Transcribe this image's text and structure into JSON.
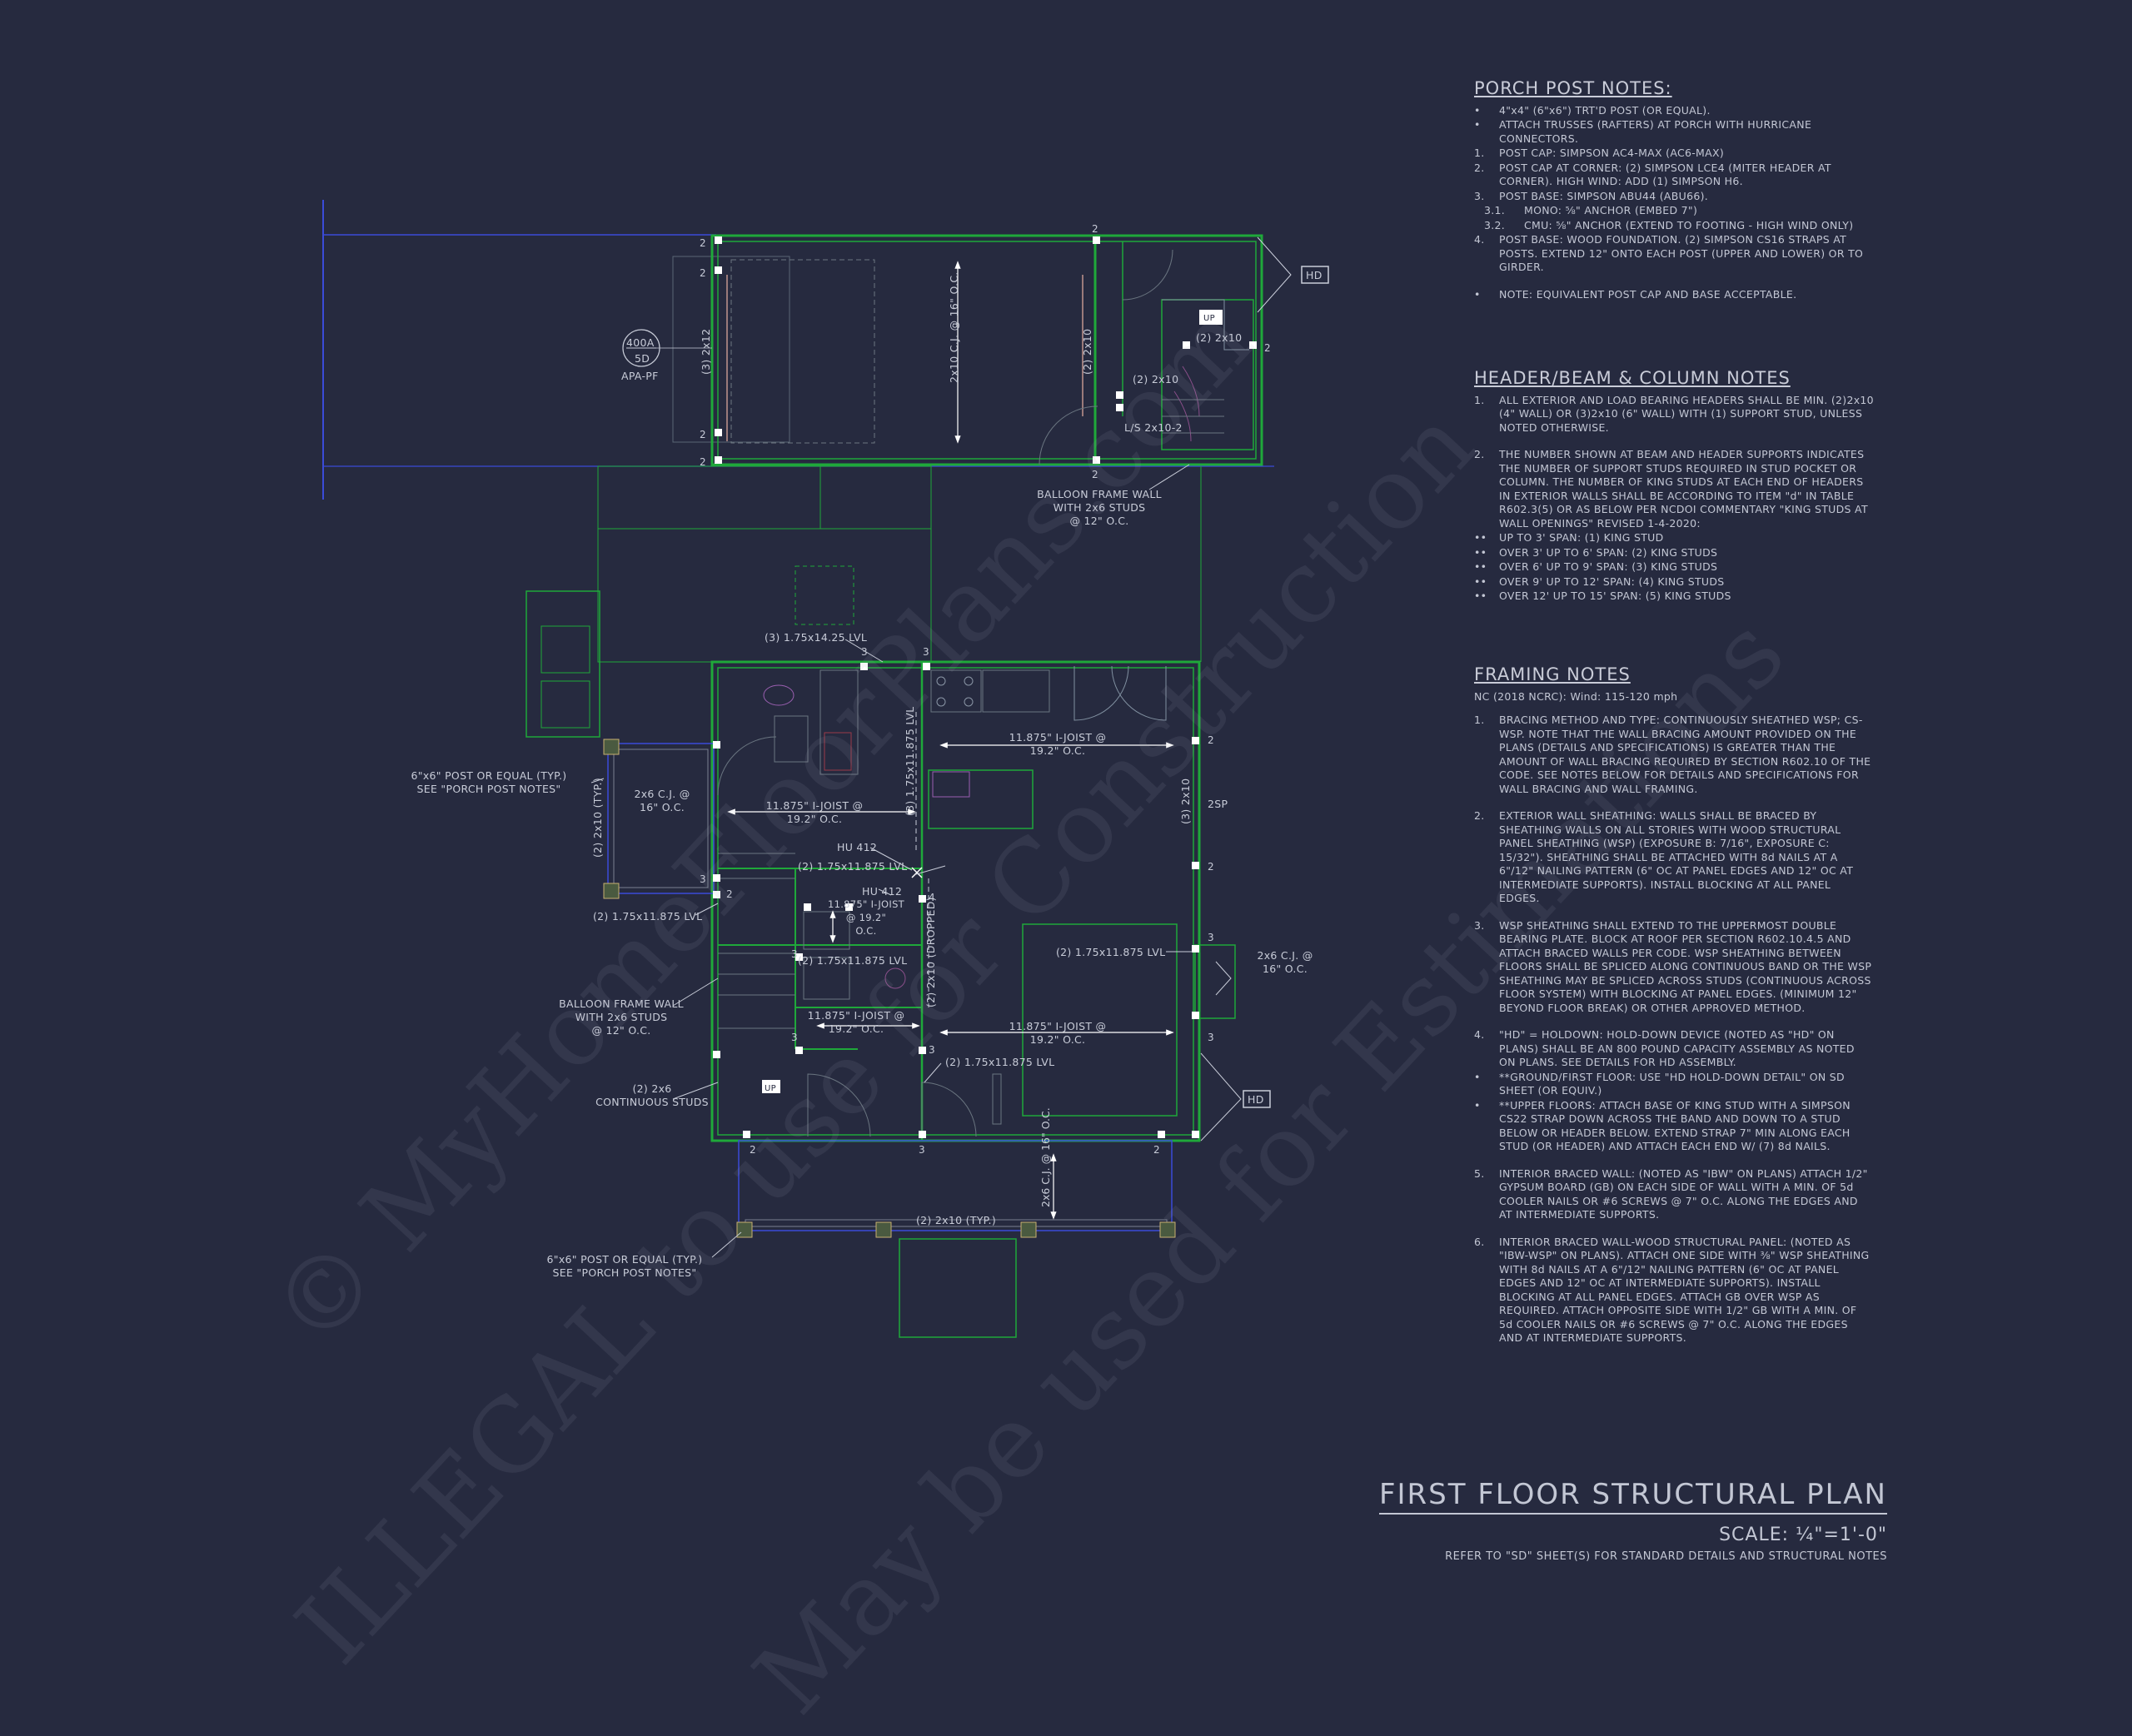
{
  "porch_post_notes": {
    "title": "PORCH POST NOTES:",
    "items": [
      {
        "m": "•",
        "t": "4\"x4\" (6\"x6\") TRT'D POST (OR EQUAL)."
      },
      {
        "m": "•",
        "t": "ATTACH TRUSSES (RAFTERS) AT PORCH WITH HURRICANE CONNECTORS."
      },
      {
        "m": "1.",
        "t": "POST CAP: SIMPSON AC4-MAX (AC6-MAX)"
      },
      {
        "m": "2.",
        "t": "POST CAP AT CORNER: (2) SIMPSON LCE4 (MITER HEADER AT CORNER). HIGH WIND: ADD (1) SIMPSON H6."
      },
      {
        "m": "3.",
        "t": "POST BASE: SIMPSON ABU44 (ABU66)."
      },
      {
        "m": "3.1.",
        "t": "MONO: ⅝\" ANCHOR (EMBED 7\")",
        "sub": true
      },
      {
        "m": "3.2.",
        "t": "CMU: ⅝\" ANCHOR (EXTEND TO FOOTING - HIGH WIND ONLY)",
        "sub": true
      },
      {
        "m": "4.",
        "t": "POST BASE: WOOD FOUNDATION. (2) SIMPSON CS16 STRAPS AT POSTS. EXTEND 12\" ONTO EACH POST (UPPER AND LOWER) OR TO GIRDER."
      },
      {
        "m": "•",
        "t": "NOTE: EQUIVALENT POST CAP AND BASE ACCEPTABLE.",
        "gap": true
      }
    ]
  },
  "header_notes": {
    "title": "HEADER/BEAM & COLUMN NOTES",
    "items": [
      {
        "m": "1.",
        "t": "ALL EXTERIOR AND LOAD BEARING HEADERS SHALL BE MIN. (2)2x10 (4\" WALL) OR (3)2x10 (6\" WALL) WITH (1) SUPPORT STUD, UNLESS NOTED OTHERWISE."
      },
      {
        "m": "2.",
        "t": "THE NUMBER SHOWN AT BEAM AND HEADER SUPPORTS INDICATES THE NUMBER OF SUPPORT STUDS REQUIRED IN STUD POCKET OR COLUMN. THE NUMBER OF KING STUDS AT EACH END OF HEADERS IN EXTERIOR WALLS SHALL BE ACCORDING TO ITEM \"d\" IN TABLE R602.3(5) OR AS BELOW PER NCDOI COMMENTARY \"KING STUDS AT WALL OPENINGS\" REVISED 1-4-2020:",
        "gap": true
      },
      {
        "m": "••",
        "t": "UP TO 3' SPAN: (1) KING STUD"
      },
      {
        "m": "••",
        "t": "OVER 3' UP TO 6' SPAN: (2) KING STUDS"
      },
      {
        "m": "••",
        "t": "OVER 6' UP TO 9' SPAN: (3) KING STUDS"
      },
      {
        "m": "••",
        "t": "OVER 9' UP TO 12' SPAN: (4) KING STUDS"
      },
      {
        "m": "••",
        "t": "OVER 12' UP TO 15' SPAN: (5) KING STUDS"
      }
    ]
  },
  "framing_notes": {
    "title": "FRAMING NOTES",
    "code": "NC (2018 NCRC): Wind: 115-120 mph",
    "items": [
      {
        "m": "1.",
        "t": "BRACING METHOD AND TYPE: CONTINUOUSLY SHEATHED WSP; CS-WSP. NOTE THAT THE WALL BRACING AMOUNT PROVIDED ON THE PLANS (DETAILS AND SPECIFICATIONS) IS GREATER THAN THE AMOUNT OF WALL BRACING REQUIRED BY SECTION R602.10 OF THE CODE. SEE NOTES BELOW FOR DETAILS AND SPECIFICATIONS FOR WALL BRACING AND WALL FRAMING."
      },
      {
        "m": "2.",
        "t": "EXTERIOR WALL SHEATHING: WALLS SHALL BE BRACED BY SHEATHING WALLS ON ALL STORIES WITH WOOD STRUCTURAL PANEL SHEATHING (WSP) (EXPOSURE B: 7/16\", EXPOSURE C: 15/32\"). SHEATHING SHALL BE ATTACHED WITH 8d NAILS AT A 6\"/12\" NAILING PATTERN (6\" OC AT PANEL EDGES AND 12\" OC AT INTERMEDIATE SUPPORTS). INSTALL BLOCKING AT ALL PANEL EDGES.",
        "gap": true
      },
      {
        "m": "3.",
        "t": "WSP SHEATHING SHALL EXTEND TO THE UPPERMOST DOUBLE BEARING PLATE. BLOCK AT ROOF PER SECTION R602.10.4.5 AND ATTACH BRACED WALLS PER CODE. WSP SHEATHING BETWEEN FLOORS SHALL BE SPLICED ALONG CONTINUOUS BAND OR THE WSP SHEATHING MAY BE SPLICED ACROSS STUDS (CONTINUOUS ACROSS FLOOR SYSTEM) WITH BLOCKING AT PANEL EDGES. (MINIMUM 12\" BEYOND FLOOR BREAK) OR OTHER APPROVED METHOD.",
        "gap": true
      },
      {
        "m": "4.",
        "t": "\"HD\" = HOLDOWN: HOLD-DOWN DEVICE (NOTED AS \"HD\" ON PLANS) SHALL BE AN 800 POUND CAPACITY ASSEMBLY AS NOTED ON PLANS. SEE DETAILS FOR HD ASSEMBLY.",
        "gap": true
      },
      {
        "m": "•",
        "t": "**GROUND/FIRST FLOOR: USE \"HD HOLD-DOWN DETAIL\" ON SD SHEET (OR EQUIV.)"
      },
      {
        "m": "•",
        "t": "**UPPER FLOORS: ATTACH BASE OF KING STUD WITH A SIMPSON CS22 STRAP DOWN ACROSS THE BAND AND DOWN TO A STUD BELOW OR HEADER BELOW. EXTEND STRAP 7\" MIN ALONG EACH STUD (OR HEADER) AND ATTACH EACH END W/ (7) 8d NAILS."
      },
      {
        "m": "5.",
        "t": "INTERIOR BRACED WALL: (NOTED AS \"IBW\" ON PLANS) ATTACH 1/2\" GYPSUM BOARD (GB) ON EACH SIDE OF WALL WITH A MIN. OF 5d COOLER NAILS OR #6 SCREWS @ 7\" O.C. ALONG THE EDGES AND AT INTERMEDIATE SUPPORTS.",
        "gap": true
      },
      {
        "m": "6.",
        "t": "INTERIOR BRACED WALL-WOOD STRUCTURAL PANEL: (NOTED AS \"IBW-WSP\" ON PLANS). ATTACH ONE SIDE WITH ⅜\" WSP SHEATHING WITH 8d NAILS AT A 6\"/12\" NAILING PATTERN (6\" OC AT PANEL EDGES AND 12\" OC AT INTERMEDIATE SUPPORTS). INSTALL BLOCKING AT ALL PANEL EDGES. ATTACH GB OVER WSP AS REQUIRED. ATTACH OPPOSITE SIDE WITH 1/2\" GB WITH A MIN. OF 5d COOLER NAILS OR #6 SCREWS @ 7\" O.C. ALONG THE EDGES AND AT INTERMEDIATE SUPPORTS.",
        "gap": true
      }
    ]
  },
  "title_block": {
    "title": "FIRST FLOOR STRUCTURAL PLAN",
    "scale": "SCALE: ¼\"=1'-0\"",
    "reference": "REFER TO \"SD\" SHEET(S) FOR STANDARD DETAILS AND STRUCTURAL NOTES"
  },
  "watermark": [
    "© MyHomeFloorPlans.com",
    "ILLEGAL to use for Construction",
    "May be used for Estimations"
  ],
  "plan_labels": {
    "garage_header": "(3) 2x12",
    "garage_joist": "2x10 C.J. @ 16\" O.C.",
    "garage_header2": "(2) 2x10",
    "stair_header": "(2) 2x10",
    "stair_header2": "(2) 2x10",
    "stair_beam": "L/S 2x10-2",
    "apa_top": "400A",
    "apa_mid": "5D",
    "apa_bot": "APA-PF",
    "hd": "HD",
    "up": "UP",
    "balloon_top": "BALLOON FRAME WALL WITH 2x6 STUDS @ 12\" O.C.",
    "lvl_top": "(3) 1.75x14.25 LVL",
    "joist_top": "11.875\" I-JOIST @ 19.2\" O.C.",
    "lvl_vert": "(3) 1.75x11.875 LVL",
    "header_right": "(3) 2x10",
    "sp_2": "2SP",
    "post_left": "6\"x6\" POST OR EQUAL (TYP.) SEE \"PORCH POST NOTES\"",
    "cj_left": "2x6 C.J. @ 16\" O.C.",
    "header_left": "(2) 2x10 (TYP.)",
    "joist_left": "11.875\" I-JOIST @ 19.2\" O.C.",
    "hu412": "HU 412",
    "hu412b": "HU 412",
    "lvl_mid": "(2) 1.75x11.875 LVL",
    "joist_mid": "11.875\" I-JOIST @ 19.2\" O.C.",
    "lvl_left": "(2) 1.75x11.875 LVL",
    "lvl_mid2": "(2) 1.75x11.875 LVL",
    "dropped": "(2) 2x10 (DROPPED)",
    "lvl_right": "(2) 1.75x11.875 LVL",
    "cj_right": "2x6 C.J. @ 16\" O.C.",
    "balloon_left": "BALLOON FRAME WALL WITH 2x6 STUDS @ 12\" O.C.",
    "joist_small": "11.875\" I-JOIST @ 19.2\" O.C.",
    "joist_low": "11.875\" I-JOIST @ 19.2\" O.C.",
    "lvl_low": "(2) 1.75x11.875 LVL",
    "continuous": "(2) 2x6 CONTINUOUS STUDS",
    "cj_porch": "2x6 C.J. @ 16\" O.C.",
    "porch_header": "(2) 2x10 (TYP.)",
    "post_bottom": "6\"x6\" POST OR EQUAL (TYP.) SEE \"PORCH POST NOTES\""
  }
}
